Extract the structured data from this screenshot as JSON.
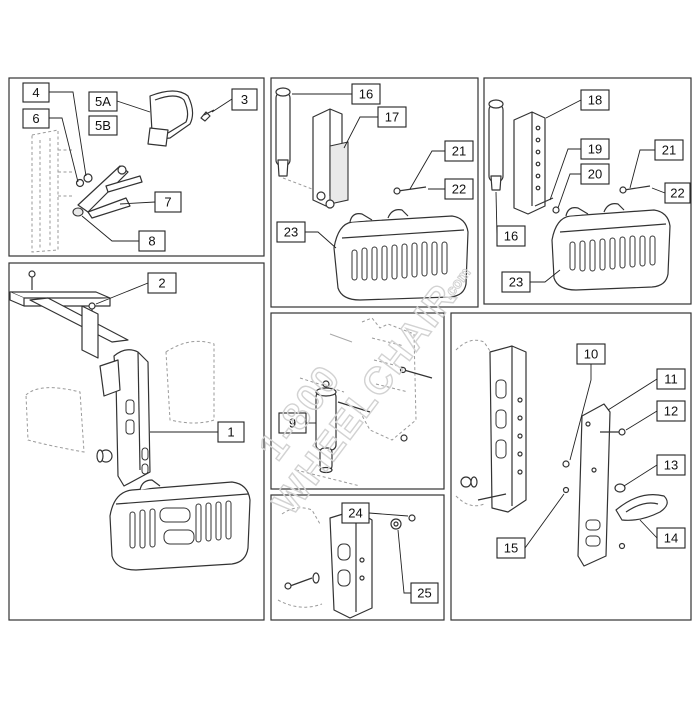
{
  "watermark": {
    "line1": "1-800",
    "line2": "WHEELCHAIR",
    "line3": ".com"
  },
  "callouts": {
    "c1": "1",
    "c2": "2",
    "c3": "3",
    "c4": "4",
    "c5a": "5A",
    "c5b": "5B",
    "c6": "6",
    "c7": "7",
    "c8": "8",
    "c9": "9",
    "c10": "10",
    "c11": "11",
    "c12": "12",
    "c13": "13",
    "c14": "14",
    "c15": "15",
    "c16a": "16",
    "c16b": "16",
    "c17": "17",
    "c18": "18",
    "c19": "19",
    "c20": "20",
    "c21a": "21",
    "c21b": "21",
    "c22a": "22",
    "c22b": "22",
    "c23a": "23",
    "c23b": "23",
    "c24": "24",
    "c25": "25"
  }
}
